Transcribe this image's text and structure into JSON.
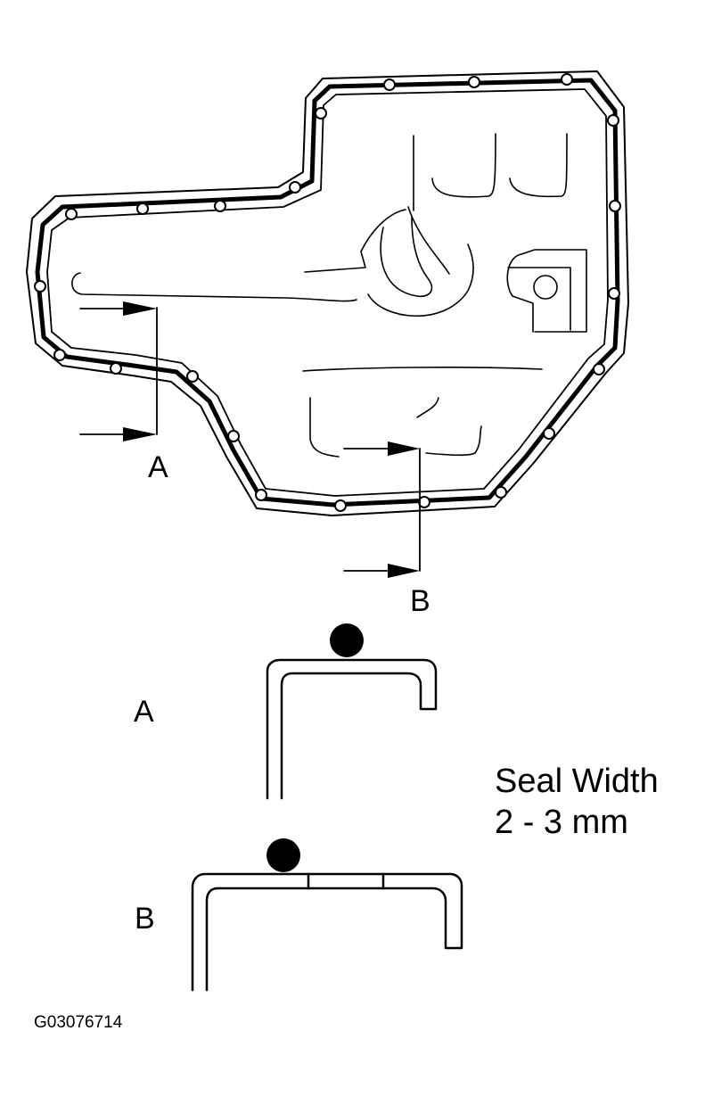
{
  "section_a_label": "A",
  "section_b_label": "B",
  "detail_a_label": "A",
  "detail_b_label": "B",
  "seal_note": {
    "line1": "Seal Width",
    "line2": "2 - 3 mm"
  },
  "figure_id": "G03076714",
  "colors": {
    "ink": "#000000",
    "background": "#ffffff"
  }
}
